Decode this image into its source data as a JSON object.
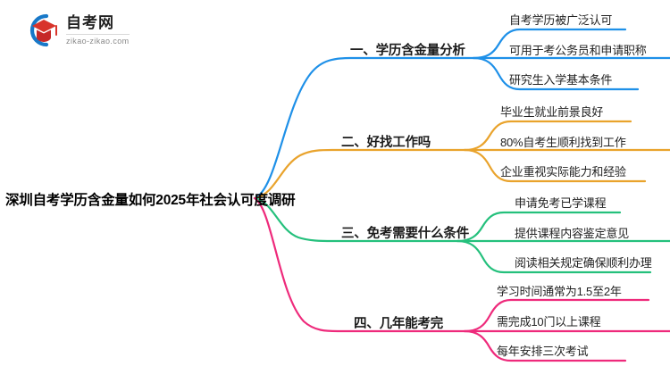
{
  "logo": {
    "title": "自考网",
    "subtitle": "zikao-zikao.com",
    "mark_icon": "graduation-cap-icon"
  },
  "mindmap": {
    "type": "mindmap",
    "root": "深圳自考学历含金量如何2025年社会认可度调研",
    "branches": [
      {
        "label": "一、学历含金量分析",
        "color": "#1e90e8",
        "children": [
          "自考学历被广泛认可",
          "可用于考公务员和申请职称",
          "研究生入学基本条件"
        ]
      },
      {
        "label": "二、好找工作吗",
        "color": "#e9a32c",
        "children": [
          "毕业生就业前景良好",
          "80%自考生顺利找到工作",
          "企业重视实际能力和经验"
        ]
      },
      {
        "label": "三、免考需要什么条件",
        "color": "#24c07c",
        "children": [
          "申请免考已学课程",
          "提供课程内容鉴定意见",
          "阅读相关规定确保顺利办理"
        ]
      },
      {
        "label": "四、几年能考完",
        "color": "#ee2a7b",
        "children": [
          "学习时间通常为1.5至2年",
          "需完成10门以上课程",
          "每年安排三次考试"
        ]
      }
    ]
  },
  "colors": {
    "background": "#ffffff",
    "text": "#1a1a1a",
    "logo_blue": "#1878c8",
    "logo_red": "#d8342b",
    "branch_1": "#1e90e8",
    "branch_2": "#e9a32c",
    "branch_3": "#24c07c",
    "branch_4": "#ee2a7b"
  }
}
